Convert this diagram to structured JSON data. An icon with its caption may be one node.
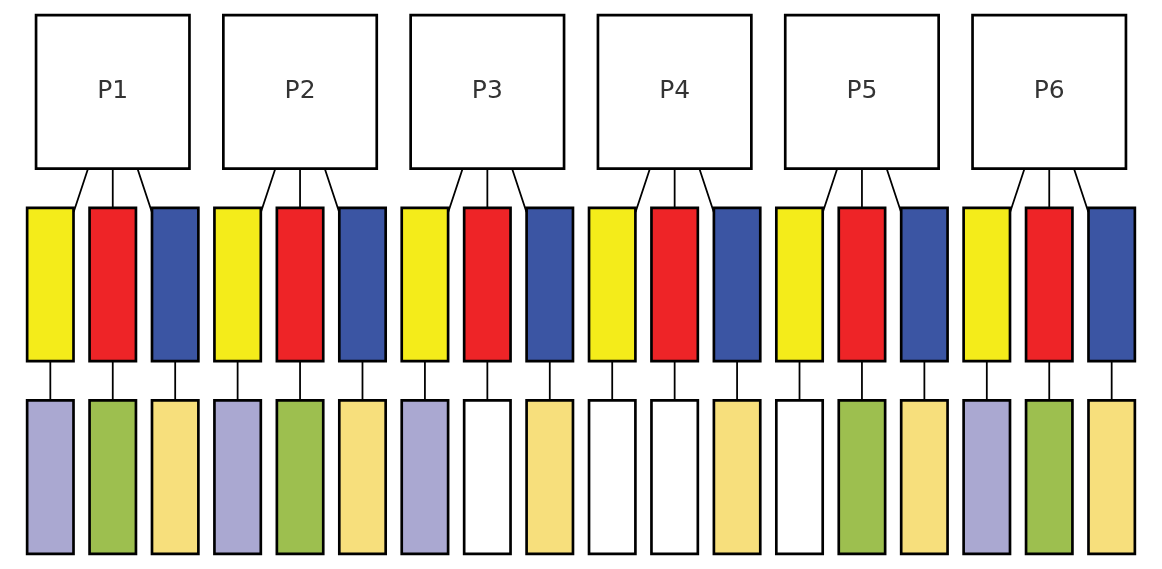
{
  "diagram": {
    "nodes": [
      {
        "text": [
          "P1"
        ]
      },
      {
        "text": [
          "P2"
        ]
      },
      {
        "text": [
          "P3"
        ]
      },
      {
        "text": [
          "P4"
        ]
      },
      {
        "text": [
          "P5"
        ]
      },
      {
        "text": [
          "P6"
        ]
      },
      {
        "text": [],
        "shape": "bar"
      },
      {
        "text": [],
        "shape": "bar"
      },
      {
        "text": [],
        "shape": "bar"
      },
      {
        "text": [],
        "shape": "bar"
      },
      {
        "text": [],
        "shape": "bar"
      },
      {
        "text": [],
        "shape": "bar"
      },
      {
        "text": [],
        "shape": "bar"
      },
      {
        "text": [],
        "shape": "bar"
      },
      {
        "text": [],
        "shape": "bar"
      },
      {
        "text": [],
        "shape": "bar"
      },
      {
        "text": [],
        "shape": "bar"
      },
      {
        "text": [],
        "shape": "bar"
      },
      {
        "text": [],
        "shape": "bar"
      },
      {
        "text": [],
        "shape": "bar"
      },
      {
        "text": [],
        "shape": "bar"
      },
      {
        "text": [],
        "shape": "bar"
      },
      {
        "text": [],
        "shape": "bar"
      },
      {
        "text": [],
        "shape": "bar"
      },
      {
        "text": [],
        "shape": "bar"
      },
      {
        "text": [],
        "shape": "bar"
      },
      {
        "text": [],
        "shape": "bar"
      },
      {
        "text": [],
        "shape": "bar"
      },
      {
        "text": [],
        "shape": "bar"
      },
      {
        "text": [],
        "shape": "bar"
      },
      {
        "text": [],
        "shape": "bar"
      },
      {
        "text": [],
        "shape": "bar"
      },
      {
        "text": [],
        "shape": "bar"
      },
      {
        "text": [],
        "shape": "bar"
      },
      {
        "text": [],
        "shape": "bar"
      },
      {
        "text": [],
        "shape": "bar"
      },
      {
        "text": [],
        "shape": "bar"
      },
      {
        "text": [],
        "shape": "bar"
      },
      {
        "text": [],
        "shape": "bar"
      },
      {
        "text": [],
        "shape": "bar"
      },
      {
        "text": [],
        "shape": "bar"
      },
      {
        "text": [],
        "shape": "bar"
      }
    ],
    "edges": [
      {
        "from": 0,
        "to": 6,
        "arrow": "none"
      },
      {
        "from": 0,
        "to": 7,
        "arrow": "none"
      },
      {
        "from": 0,
        "to": 8,
        "arrow": "none"
      },
      {
        "from": 1,
        "to": 9,
        "arrow": "none"
      },
      {
        "from": 1,
        "to": 10,
        "arrow": "none"
      },
      {
        "from": 1,
        "to": 11,
        "arrow": "none"
      },
      {
        "from": 2,
        "to": 12,
        "arrow": "none"
      },
      {
        "from": 2,
        "to": 13,
        "arrow": "none"
      },
      {
        "from": 2,
        "to": 14,
        "arrow": "none"
      },
      {
        "from": 3,
        "to": 15,
        "arrow": "none"
      },
      {
        "from": 3,
        "to": 16,
        "arrow": "none"
      },
      {
        "from": 3,
        "to": 17,
        "arrow": "none"
      },
      {
        "from": 4,
        "to": 18,
        "arrow": "none"
      },
      {
        "from": 4,
        "to": 19,
        "arrow": "none"
      },
      {
        "from": 4,
        "to": 20,
        "arrow": "none"
      },
      {
        "from": 5,
        "to": 21,
        "arrow": "none"
      },
      {
        "from": 5,
        "to": 22,
        "arrow": "none"
      },
      {
        "from": 5,
        "to": 23,
        "arrow": "none"
      },
      {
        "from": 6,
        "to": 24,
        "arrow": "none"
      },
      {
        "from": 7,
        "to": 25,
        "arrow": "none"
      },
      {
        "from": 8,
        "to": 26,
        "arrow": "none"
      },
      {
        "from": 9,
        "to": 27,
        "arrow": "none"
      },
      {
        "from": 10,
        "to": 28,
        "arrow": "none"
      },
      {
        "from": 11,
        "to": 29,
        "arrow": "none"
      },
      {
        "from": 12,
        "to": 30,
        "arrow": "none"
      },
      {
        "from": 13,
        "to": 31,
        "arrow": "none"
      },
      {
        "from": 14,
        "to": 32,
        "arrow": "none"
      },
      {
        "from": 15,
        "to": 33,
        "arrow": "none"
      },
      {
        "from": 16,
        "to": 34,
        "arrow": "none"
      },
      {
        "from": 17,
        "to": 35,
        "arrow": "none"
      },
      {
        "from": 18,
        "to": 36,
        "arrow": "none"
      },
      {
        "from": 19,
        "to": 37,
        "arrow": "none"
      },
      {
        "from": 20,
        "to": 38,
        "arrow": "none"
      },
      {
        "from": 21,
        "to": 39,
        "arrow": "none"
      },
      {
        "from": 22,
        "to": 40,
        "arrow": "none"
      },
      {
        "from": 23,
        "to": 41,
        "arrow": "none"
      }
    ]
  }
}
